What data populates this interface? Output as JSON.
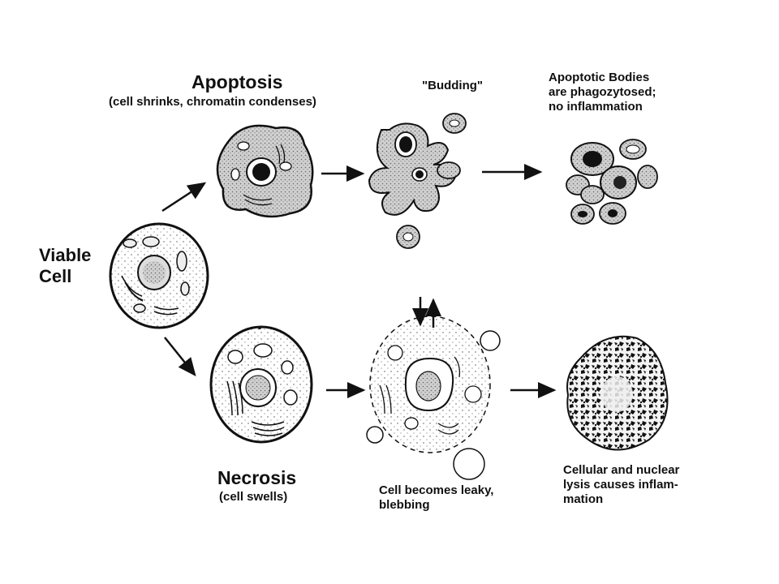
{
  "viable": {
    "line1": "Viable",
    "line2": "Cell"
  },
  "apoptosis": {
    "title": "Apoptosis",
    "subtitle": "(cell shrinks, chromatin condenses)",
    "budding": "\"Budding\"",
    "bodies_line1": "Apoptotic Bodies",
    "bodies_line2": "are phagozytosed;",
    "bodies_line3": "no inflammation"
  },
  "necrosis": {
    "title": "Necrosis",
    "subtitle": "(cell swells)",
    "leaky_line1": "Cell becomes leaky,",
    "leaky_line2": "blebbing",
    "lysis_line1": "Cellular and nuclear",
    "lysis_line2": "lysis causes inflam-",
    "lysis_line3": "mation"
  }
}
